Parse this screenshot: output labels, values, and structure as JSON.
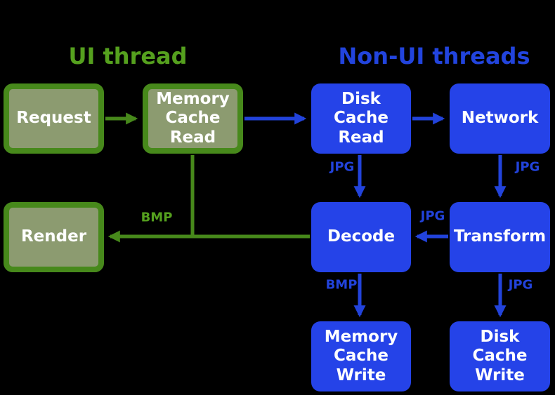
{
  "diagram": {
    "background_color": "#000000",
    "colors": {
      "green_border": "#47891b",
      "green_fill": "#8c9b70",
      "green_text": "#55a01e",
      "blue_fill": "#2543e8",
      "blue_text": "#2243db",
      "node_text": "#ffffff"
    },
    "titles": {
      "ui_thread": "UI thread",
      "non_ui_threads": "Non-UI threads"
    },
    "nodes": {
      "request": {
        "label": "Request",
        "group": "ui"
      },
      "memory_cache_read": {
        "label": "Memory\nCache\nRead",
        "group": "ui"
      },
      "disk_cache_read": {
        "label": "Disk\nCache\nRead",
        "group": "non-ui"
      },
      "network": {
        "label": "Network",
        "group": "non-ui"
      },
      "render": {
        "label": "Render",
        "group": "ui"
      },
      "decode": {
        "label": "Decode",
        "group": "non-ui"
      },
      "transform": {
        "label": "Transform",
        "group": "non-ui"
      },
      "memory_cache_write": {
        "label": "Memory\nCache\nWrite",
        "group": "non-ui"
      },
      "disk_cache_write": {
        "label": "Disk\nCache\nWrite",
        "group": "non-ui"
      }
    },
    "edge_labels": {
      "disk_cache_read_to_decode": "JPG",
      "network_to_transform": "JPG",
      "transform_to_decode": "JPG",
      "decode_to_memory_cache_write": "BMP",
      "transform_to_disk_cache_write": "JPG",
      "decode_to_render": "BMP"
    }
  }
}
